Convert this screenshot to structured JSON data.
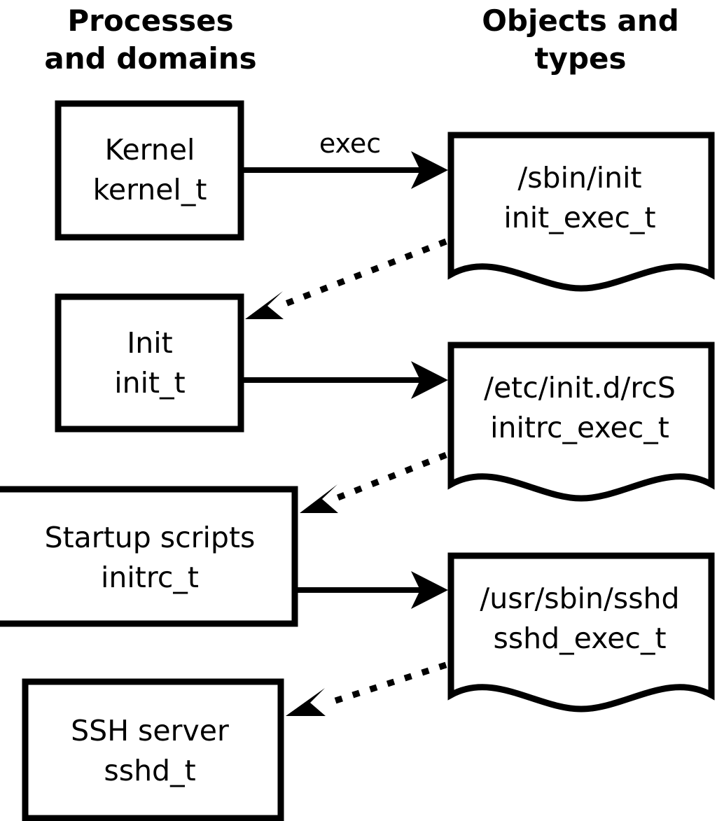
{
  "diagram": {
    "title_left": "Processes\nand domains",
    "columns": {
      "left": {
        "line1": "Processes",
        "line2": "and domains"
      },
      "right": {
        "line1": "Objects and",
        "line2": "types"
      }
    },
    "processes": [
      {
        "id": "kernel",
        "line1": "Kernel",
        "line2": "kernel_t"
      },
      {
        "id": "init",
        "line1": "Init",
        "line2": "init_t"
      },
      {
        "id": "initrc",
        "line1": "Startup scripts",
        "line2": "initrc_t"
      },
      {
        "id": "sshd",
        "line1": "SSH server",
        "line2": "sshd_t"
      }
    ],
    "objects": [
      {
        "id": "init_exec",
        "line1": "/sbin/init",
        "line2": "init_exec_t"
      },
      {
        "id": "initrc_exec",
        "line1": "/etc/init.d/rcS",
        "line2": "initrc_exec_t"
      },
      {
        "id": "sshd_exec",
        "line1": "/usr/sbin/sshd",
        "line2": "sshd_exec_t"
      }
    ],
    "edges": [
      {
        "id": "kernel-exec-init_exec",
        "label": "exec",
        "style": "solid",
        "from": "kernel",
        "to": "init_exec"
      },
      {
        "id": "init_exec-transition-init",
        "label": "",
        "style": "dotted",
        "from": "init_exec",
        "to": "init"
      },
      {
        "id": "init-exec-initrc_exec",
        "label": "",
        "style": "solid",
        "from": "init",
        "to": "initrc_exec"
      },
      {
        "id": "initrc_exec-transition-initrc",
        "label": "",
        "style": "dotted",
        "from": "initrc_exec",
        "to": "initrc"
      },
      {
        "id": "initrc-exec-sshd_exec",
        "label": "",
        "style": "solid",
        "from": "initrc",
        "to": "sshd_exec"
      },
      {
        "id": "sshd_exec-transition-sshd",
        "label": "",
        "style": "dotted",
        "from": "sshd_exec",
        "to": "sshd"
      }
    ],
    "colors": {
      "stroke": "#000000",
      "fill": "#ffffff",
      "text": "#000000"
    }
  }
}
